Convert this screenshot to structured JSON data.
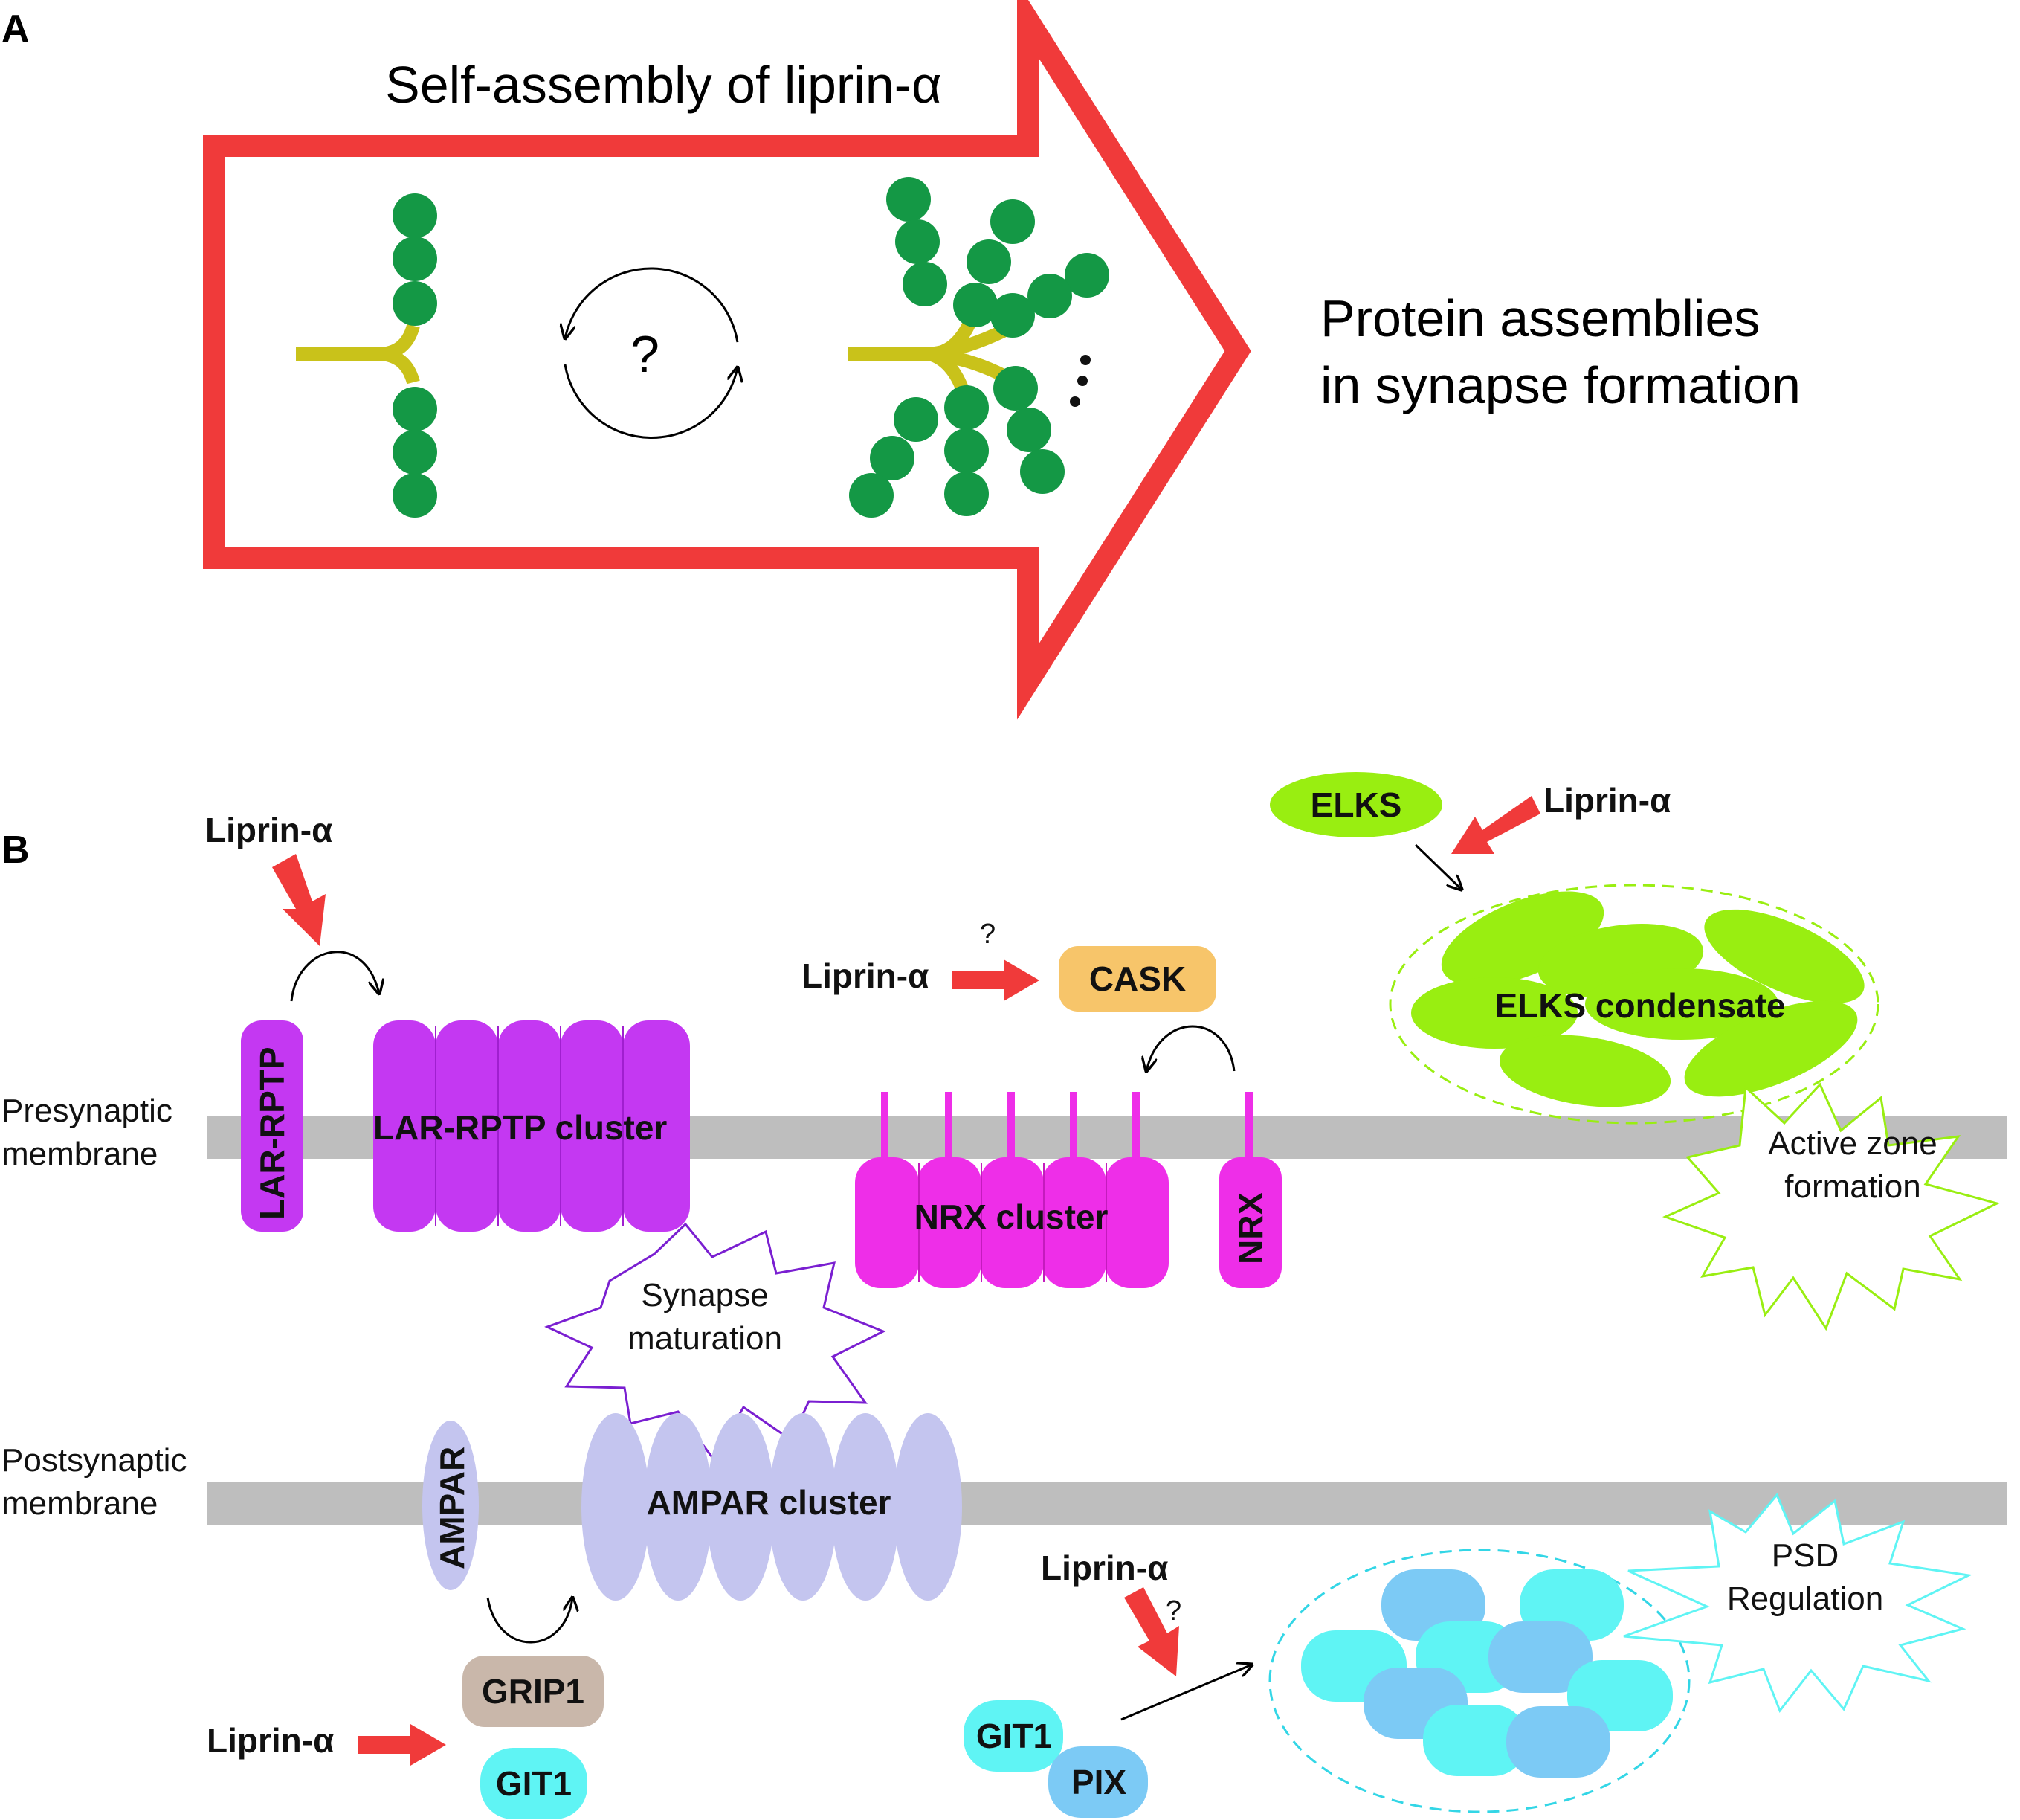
{
  "panel_a": {
    "label": "A",
    "arrow_title": "Self-assembly of liprin-α",
    "question": "?",
    "outcome_line1": "Protein assemblies",
    "outcome_line2": "in synapse formation"
  },
  "panel_b": {
    "label": "B",
    "presynaptic_line1": "Presynaptic",
    "presynaptic_line2": "membrane",
    "postsynaptic_line1": "Postsynaptic",
    "postsynaptic_line2": "membrane",
    "liprin": "Liprin-α",
    "question": "?",
    "lar_rptp": "LAR-RPTP",
    "lar_rptp_cluster": "LAR-RPTP cluster",
    "cask": "CASK",
    "nrx": "NRX",
    "nrx_cluster": "NRX cluster",
    "elks": "ELKS",
    "elks_condensate": "ELKS condensate",
    "active_zone_line1": "Active zone",
    "active_zone_line2": "formation",
    "synapse_maturation_line1": "Synapse",
    "synapse_maturation_line2": "maturation",
    "ampar": "AMPAR",
    "ampar_cluster": "AMPAR cluster",
    "grip1": "GRIP1",
    "git1": "GIT1",
    "pix": "PIX",
    "psd_line1": "PSD",
    "psd_line2": "Regulation"
  },
  "colors": {
    "arrow_red": "#f03a3a",
    "bead_green": "#149845",
    "stalk_yellow": "#c9c21a",
    "membrane_gray": "#bebebe",
    "lar_purple": "#c438f2",
    "nrx_magenta": "#ee2ee8",
    "cask_orange": "#f7c56a",
    "elks_green": "#99ee11",
    "ampar_lavender": "#c4c5ef",
    "grip1_taupe": "#c9b7aa",
    "git1_cyan": "#5ff4f4",
    "pix_blue": "#7ccaf5",
    "maturation_purple": "#7a1fd1",
    "psd_cyan": "#33d6e6"
  }
}
